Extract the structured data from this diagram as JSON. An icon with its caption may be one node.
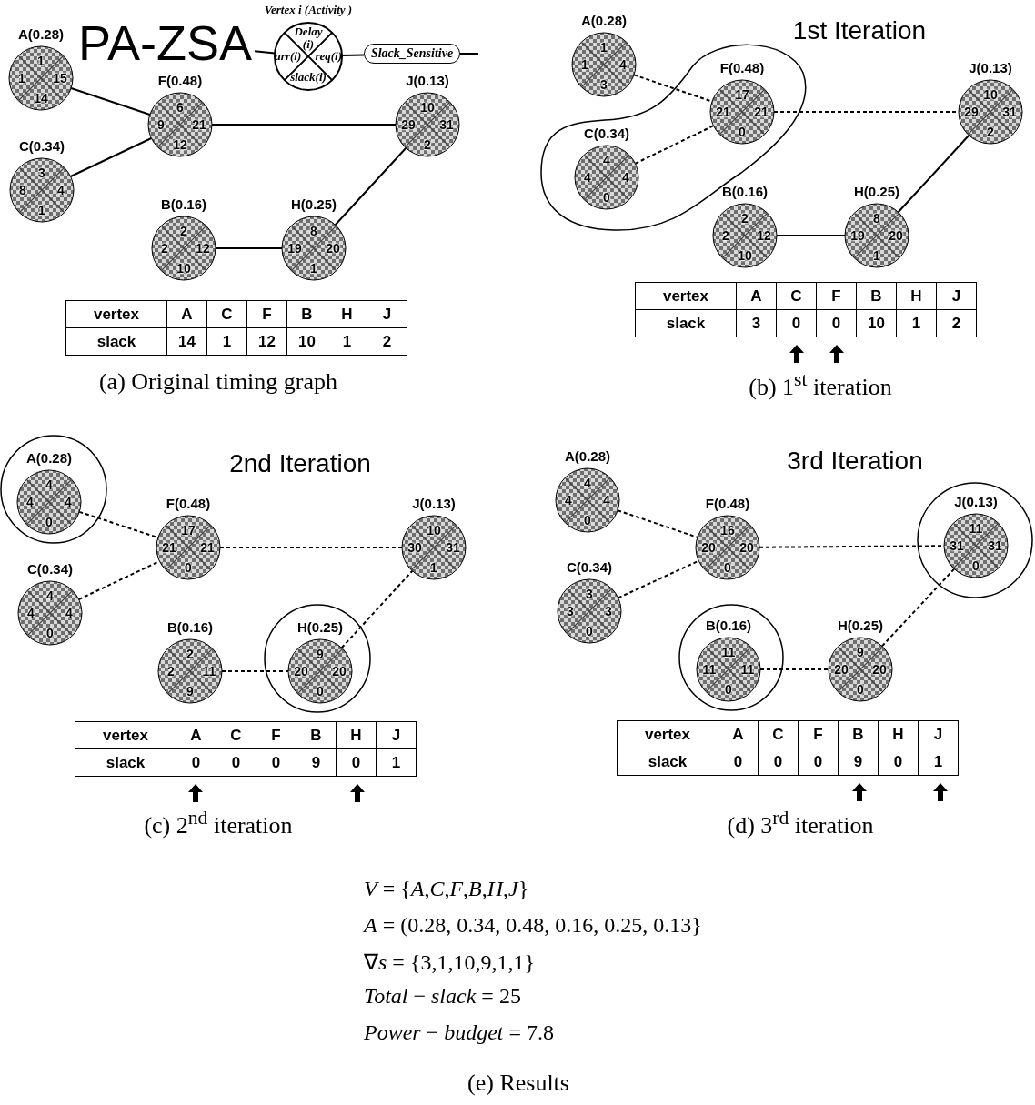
{
  "diagram": {
    "nodes": [
      {
        "text": [
          "PA-ZSA"
        ]
      },
      {
        "text": [
          "Vertex i (Activity )",
          "Delay (i)",
          "arr(i)",
          "req(i)",
          "slack(i)"
        ]
      },
      {
        "text": [
          "Slack_Sensitive"
        ]
      },
      {
        "text": [
          "A(0.28)",
          "1",
          "1",
          "15",
          "14"
        ]
      },
      {
        "text": [
          "C(0.34)",
          "3",
          "8",
          "4",
          "1"
        ]
      },
      {
        "text": [
          "F(0.48)",
          "6",
          "9",
          "21",
          "12"
        ]
      },
      {
        "text": [
          "B(0.16)",
          "2",
          "2",
          "12",
          "10"
        ]
      },
      {
        "text": [
          "H(0.25)",
          "8",
          "19",
          "20",
          "1"
        ]
      },
      {
        "text": [
          "J(0.13)",
          "10",
          "29",
          "31",
          "2"
        ]
      },
      {
        "text": [
          "A(0.28)",
          "1",
          "1",
          "4",
          "3"
        ]
      },
      {
        "text": [],
        "shape": "blob"
      },
      {
        "text": [
          "C(0.34)",
          "4",
          "4",
          "4",
          "0"
        ],
        "in": 10
      },
      {
        "text": [
          "F(0.48)",
          "17",
          "21",
          "21",
          "0"
        ],
        "in": 10
      },
      {
        "text": [
          "B(0.16)",
          "2",
          "2",
          "12",
          "10"
        ]
      },
      {
        "text": [
          "H(0.25)",
          "8",
          "19",
          "20",
          "1"
        ]
      },
      {
        "text": [
          "J(0.13)",
          "10",
          "29",
          "31",
          "2"
        ]
      },
      {
        "text": [],
        "shape": "circle"
      },
      {
        "text": [
          "A(0.28)",
          "4",
          "4",
          "4",
          "0"
        ],
        "in": 16
      },
      {
        "text": [
          "C(0.34)",
          "4",
          "4",
          "4",
          "0"
        ]
      },
      {
        "text": [
          "F(0.48)",
          "17",
          "21",
          "21",
          "0"
        ]
      },
      {
        "text": [
          "B(0.16)",
          "2",
          "2",
          "11",
          "9"
        ]
      },
      {
        "text": [],
        "shape": "circle"
      },
      {
        "text": [
          "H(0.25)",
          "9",
          "20",
          "20",
          "0"
        ],
        "in": 21
      },
      {
        "text": [
          "J(0.13)",
          "10",
          "30",
          "31",
          "1"
        ]
      },
      {
        "text": [
          "A(0.28)",
          "4",
          "4",
          "4",
          "0"
        ]
      },
      {
        "text": [
          "C(0.34)",
          "3",
          "3",
          "3",
          "0"
        ]
      },
      {
        "text": [
          "F(0.48)",
          "16",
          "20",
          "20",
          "0"
        ]
      },
      {
        "text": [],
        "shape": "circle"
      },
      {
        "text": [
          "B(0.16)",
          "11",
          "11",
          "11",
          "0"
        ],
        "in": 27
      },
      {
        "text": [
          "H(0.25)",
          "9",
          "20",
          "20",
          "0"
        ]
      },
      {
        "text": [],
        "shape": "circle"
      },
      {
        "text": [
          "J(0.13)",
          "11",
          "31",
          "31",
          "0"
        ],
        "in": 30
      }
    ],
    "edges": [
      {
        "from": 0,
        "to": 1,
        "arrow": "none"
      },
      {
        "from": 1,
        "to": 2,
        "arrow": "none"
      },
      {
        "from": 2,
        "to": null,
        "arrow": "none"
      },
      {
        "from": 3,
        "to": 5,
        "arrow": "none"
      },
      {
        "from": 4,
        "to": 5,
        "arrow": "none"
      },
      {
        "from": 5,
        "to": 8,
        "arrow": "none"
      },
      {
        "from": 6,
        "to": 7,
        "arrow": "none"
      },
      {
        "from": 7,
        "to": 8,
        "arrow": "none"
      },
      {
        "from": 9,
        "to": 12,
        "arrow": "none",
        "style": "dashed"
      },
      {
        "from": 11,
        "to": 12,
        "arrow": "none",
        "style": "dashed"
      },
      {
        "from": 12,
        "to": 15,
        "arrow": "none",
        "style": "dashed"
      },
      {
        "from": 13,
        "to": 14,
        "arrow": "none"
      },
      {
        "from": 14,
        "to": 15,
        "arrow": "none"
      },
      {
        "from": 17,
        "to": 19,
        "arrow": "none",
        "style": "dashed"
      },
      {
        "from": 18,
        "to": 19,
        "arrow": "none",
        "style": "dashed"
      },
      {
        "from": 19,
        "to": 23,
        "arrow": "none",
        "style": "dashed"
      },
      {
        "from": 20,
        "to": 22,
        "arrow": "none",
        "style": "dashed"
      },
      {
        "from": 22,
        "to": 23,
        "arrow": "none",
        "style": "dashed"
      },
      {
        "from": 24,
        "to": 26,
        "arrow": "none",
        "style": "dashed"
      },
      {
        "from": 25,
        "to": 26,
        "arrow": "none",
        "style": "dashed"
      },
      {
        "from": 26,
        "to": 31,
        "arrow": "none",
        "style": "dashed"
      },
      {
        "from": 28,
        "to": 29,
        "arrow": "none",
        "style": "dashed"
      },
      {
        "from": 29,
        "to": 31,
        "arrow": "none",
        "style": "dashed"
      }
    ],
    "labels": [
      "vertex",
      "A",
      "C",
      "F",
      "B",
      "H",
      "J",
      "slack",
      "14",
      "1",
      "12",
      "10",
      "1",
      "2",
      "(a) Original timing graph",
      "1st Iteration",
      "vertex",
      "A",
      "C",
      "F",
      "B",
      "H",
      "J",
      "slack",
      "3",
      "0",
      "0",
      "10",
      "1",
      "2",
      "(b) 1$^{st}$ iteration",
      "2nd Iteration",
      "vertex",
      "A",
      "C",
      "F",
      "B",
      "H",
      "J",
      "slack",
      "0",
      "0",
      "0",
      "9",
      "0",
      "1",
      "(c) 2$^{nd}$ iteration",
      "3rd Iteration",
      "vertex",
      "A",
      "C",
      "F",
      "B",
      "H",
      "J",
      "slack",
      "0",
      "0",
      "0",
      "9",
      "0",
      "1",
      "(d) 3$^{rd}$ iteration",
      "*V* = {*A*,*C*,*F*,*B*,*H*,*J*}",
      "*A* = (0.28, 0.34, 0.48, 0.16, 0.25, 0.13}",
      "∇*s* = {3,1,10,9,1,1}",
      "*Total* − *slack* = 25",
      "*Power* − *budget* = 7.8",
      "(e) Results"
    ]
  }
}
